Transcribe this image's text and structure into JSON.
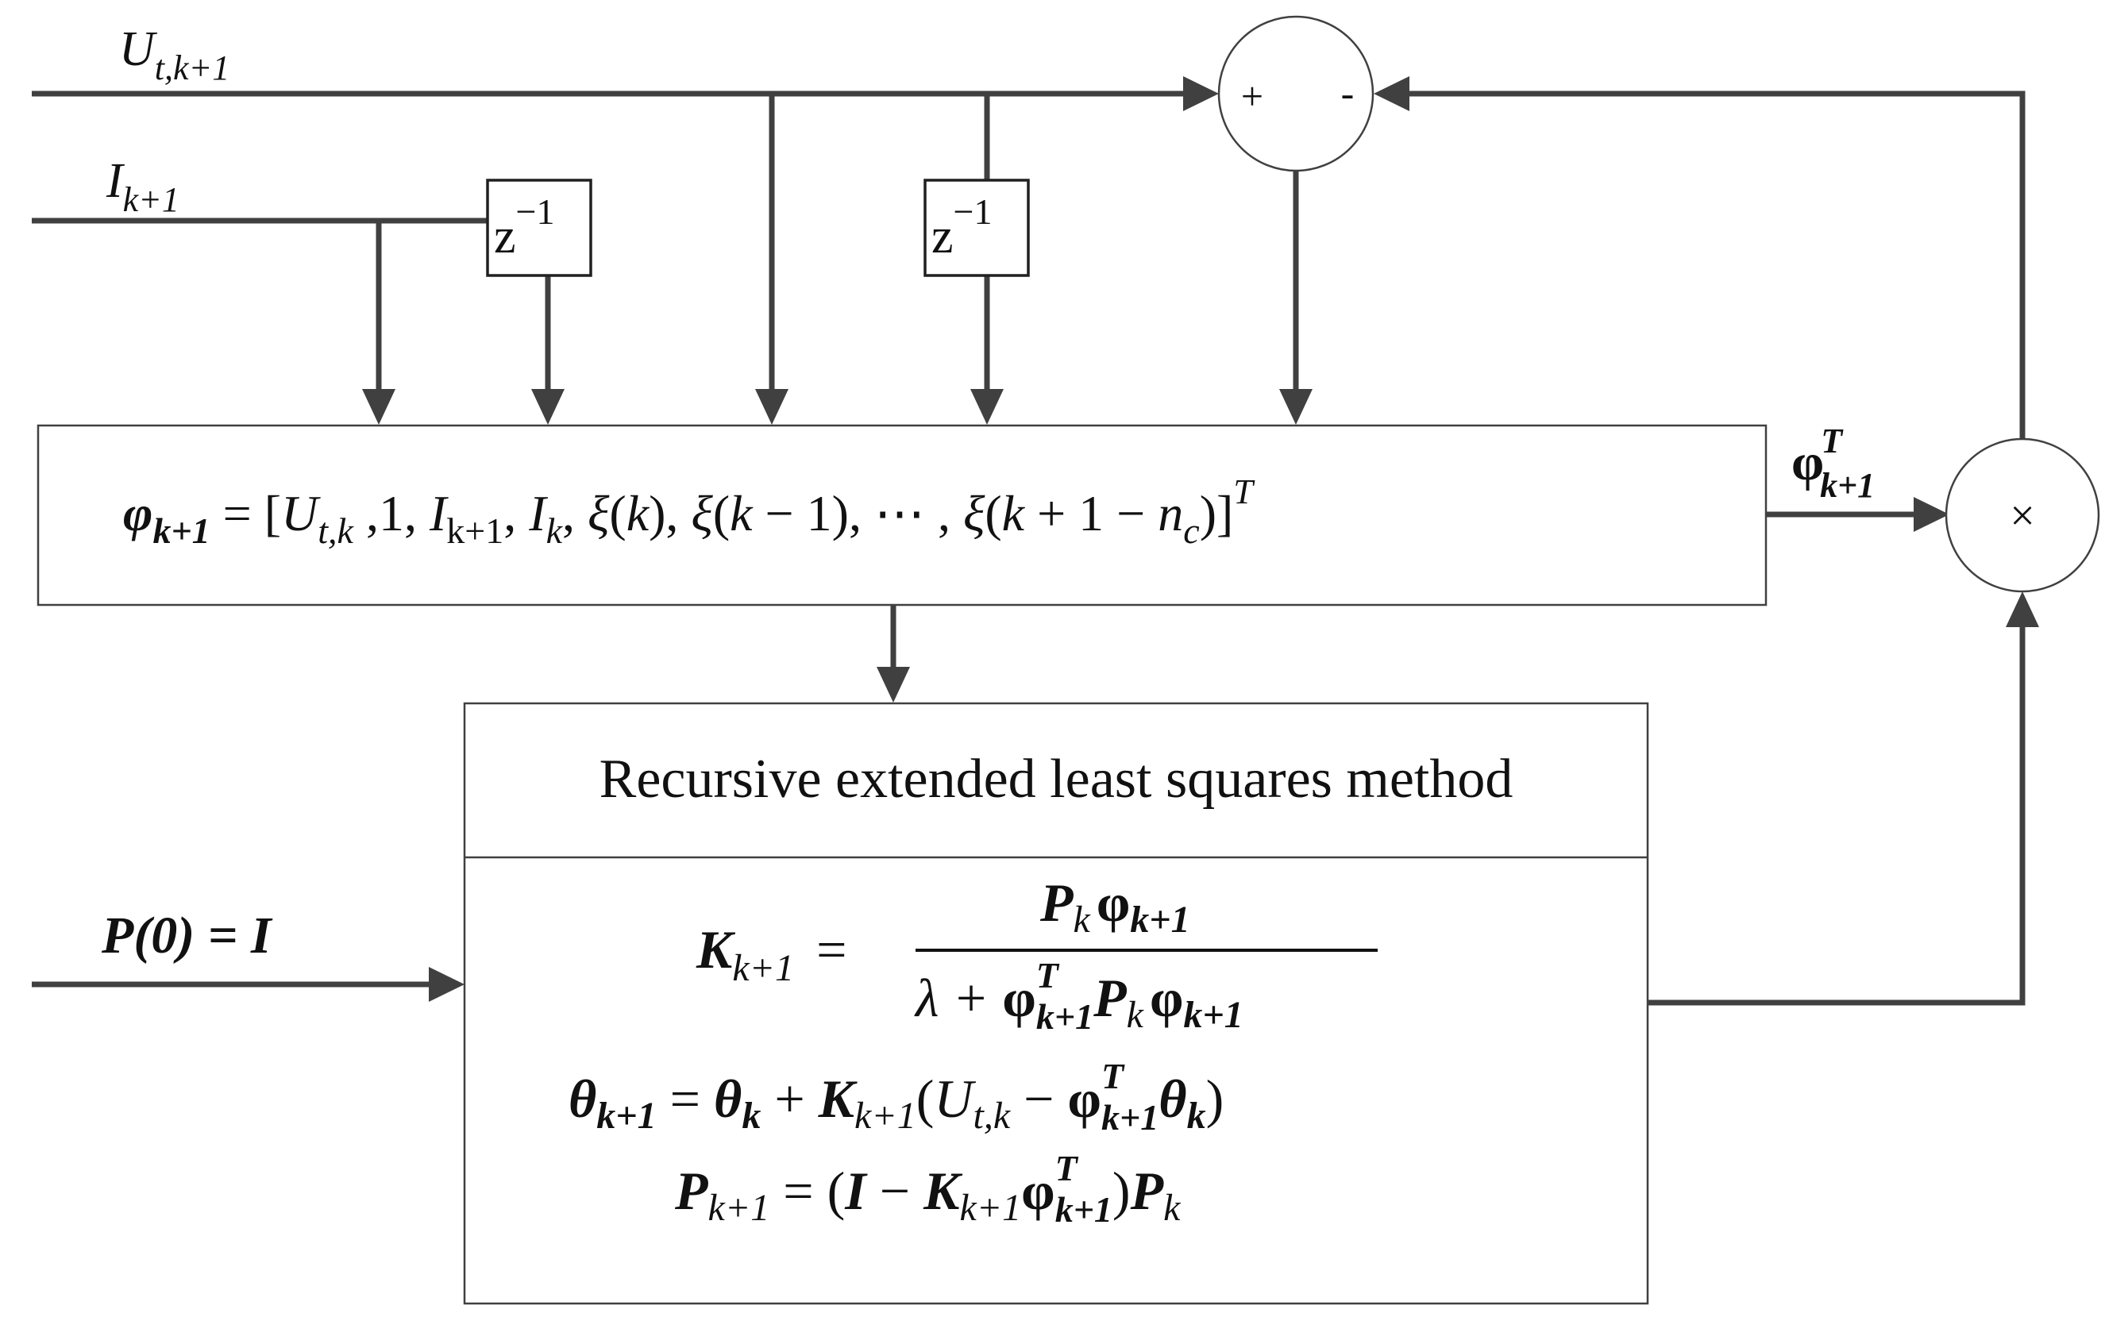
{
  "inputs": {
    "ut_label": {
      "base": "U",
      "sub": "t,k+1"
    },
    "i_label": {
      "base": "I",
      "sub": "k+1"
    },
    "p0_label": "P(0) = I"
  },
  "delay": {
    "base": "z",
    "sup": "−1"
  },
  "summing_junction": {
    "plus": "+",
    "minus": "-"
  },
  "multiplier": {
    "symbol": "×",
    "input_label_base": "φ",
    "input_label_sup": "T",
    "input_label_sub": "k+1"
  },
  "regressor": {
    "lhs": "φ",
    "lhs_sub": "k+1",
    "eq": " = ",
    "rhs_parts": [
      {
        "t": "[",
        "i": false
      },
      {
        "t": "U",
        "i": true
      },
      {
        "t": "t,k",
        "i": true,
        "sub": true
      },
      {
        "t": " ,1, ",
        "i": false
      },
      {
        "t": "I",
        "i": true
      },
      {
        "t": "k+1",
        "i": false,
        "sub": true
      },
      {
        "t": ", ",
        "i": false
      },
      {
        "t": "I",
        "i": true
      },
      {
        "t": "k",
        "i": true,
        "sub": true
      },
      {
        "t": ", ",
        "i": false
      },
      {
        "t": "ξ",
        "i": true
      },
      {
        "t": "(",
        "i": false
      },
      {
        "t": "k",
        "i": true
      },
      {
        "t": "), ",
        "i": false
      },
      {
        "t": "ξ",
        "i": true
      },
      {
        "t": "(",
        "i": false
      },
      {
        "t": "k",
        "i": true
      },
      {
        "t": " − 1), ⋯ , ",
        "i": false
      },
      {
        "t": "ξ",
        "i": true
      },
      {
        "t": "(",
        "i": false
      },
      {
        "t": "k",
        "i": true
      },
      {
        "t": " + 1 − ",
        "i": false
      },
      {
        "t": "n",
        "i": true
      },
      {
        "t": "c",
        "i": true,
        "sub": true
      },
      {
        "t": ")]",
        "i": false
      },
      {
        "t": "T",
        "i": true,
        "sup": true
      }
    ]
  },
  "method": {
    "title": "Recursive extended least squares method",
    "gain": {
      "lhs": "K",
      "lhs_sub": "k+1",
      "numerator": "P",
      "numerator_sub": "k",
      "numerator_phi": "φ",
      "numerator_phi_sub": "k+1",
      "den_lambda": "λ + ",
      "den_phi": "φ",
      "den_phi_sup": "T",
      "den_phi_sub": "k+1",
      "den_p": "P",
      "den_p_sub": "k",
      "den_phi2": "φ",
      "den_phi2_sub": "k+1"
    },
    "theta_update": "θk+1 = θk + Kk+1(Ut,k − φTk+1θk)",
    "p_update": "Pk+1 = (I − Kk+1φTk+1)Pk"
  }
}
